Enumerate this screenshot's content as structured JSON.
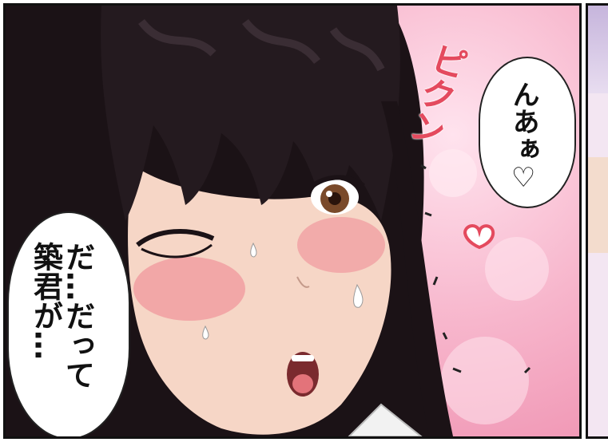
{
  "speech": {
    "right_bubble_line1": "んあぁ♡",
    "right_bubble_line2": "",
    "left_bubble_line1": "だ…だって",
    "left_bubble_line2": "築君が…"
  },
  "sfx": {
    "twitch": "ピクン"
  },
  "colors": {
    "background_pink": "#f19ab7",
    "hair": "#1b1216",
    "skin": "#f6d6c6",
    "blush": "#f08d97",
    "sfx_red": "#e44a5e"
  }
}
